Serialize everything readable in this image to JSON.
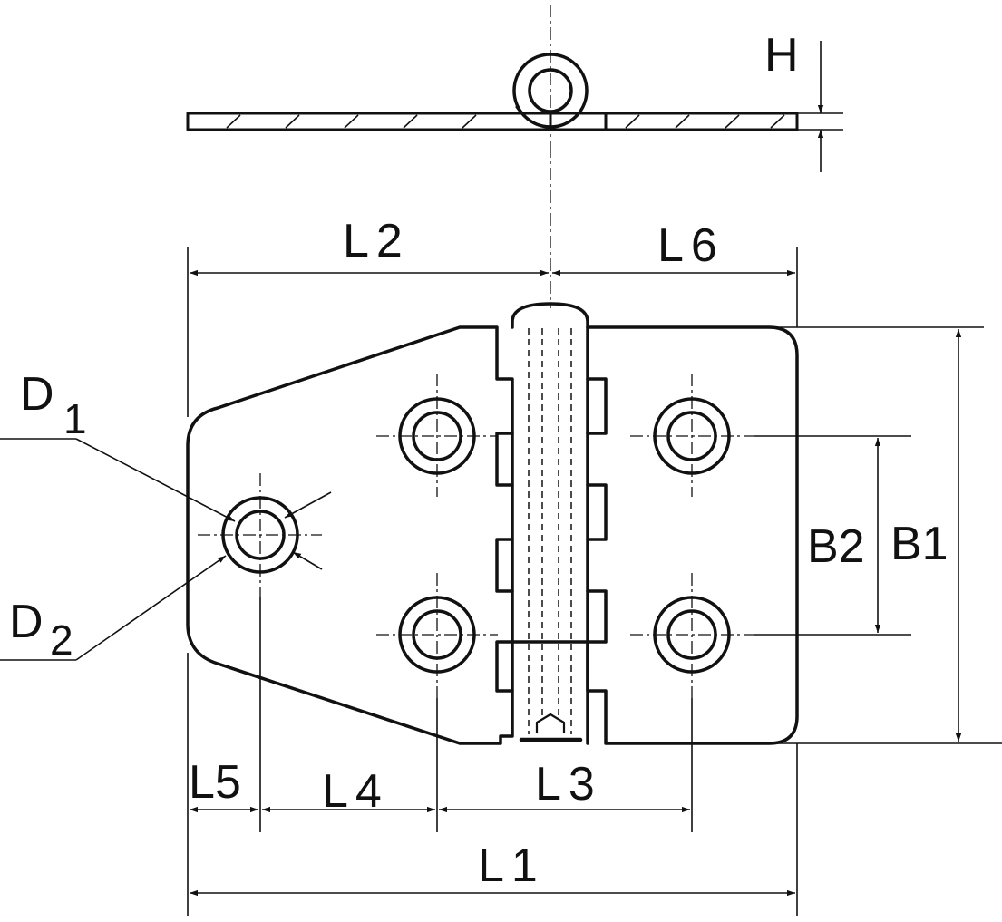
{
  "diagram": {
    "labels": {
      "h": "H",
      "l1": "L1",
      "l2": "L2",
      "l3": "L3",
      "l4": "L4",
      "l5": "L5",
      "l6": "L6",
      "b1": "B1",
      "b2": "B2",
      "d1_main": "D",
      "d1_sub": "1",
      "d2_main": "D",
      "d2_sub": "2"
    }
  }
}
